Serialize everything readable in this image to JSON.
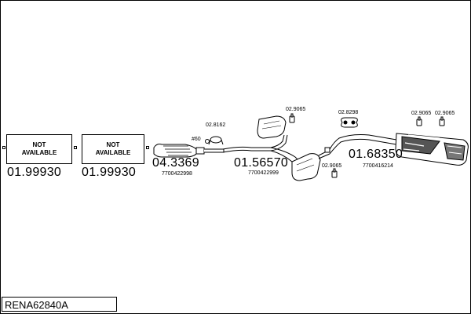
{
  "part_1": {
    "status_line1": "NOT",
    "status_line2": "AVAILABLE",
    "part_number": "01.99930"
  },
  "part_2": {
    "status_line1": "NOT",
    "status_line2": "AVAILABLE",
    "part_number": "01.99930"
  },
  "catalyst": {
    "part_number": "04.3369",
    "oem_ref": "7700422998",
    "gasket_label": "#60",
    "clamp_label": "02.8162"
  },
  "middle_silencer": {
    "part_number": "01.56570",
    "oem_ref": "7700422999",
    "mount_label_top": "02.9065",
    "mount_label_bottom": "02.9065"
  },
  "rear_section": {
    "part_number": "01.68350",
    "oem_ref": "7700416214",
    "mount_label_left": "02.8298",
    "mount_label_right_a": "02.9065",
    "mount_label_right_b": "02.9065"
  },
  "footer": {
    "code": "RENA62840A"
  }
}
